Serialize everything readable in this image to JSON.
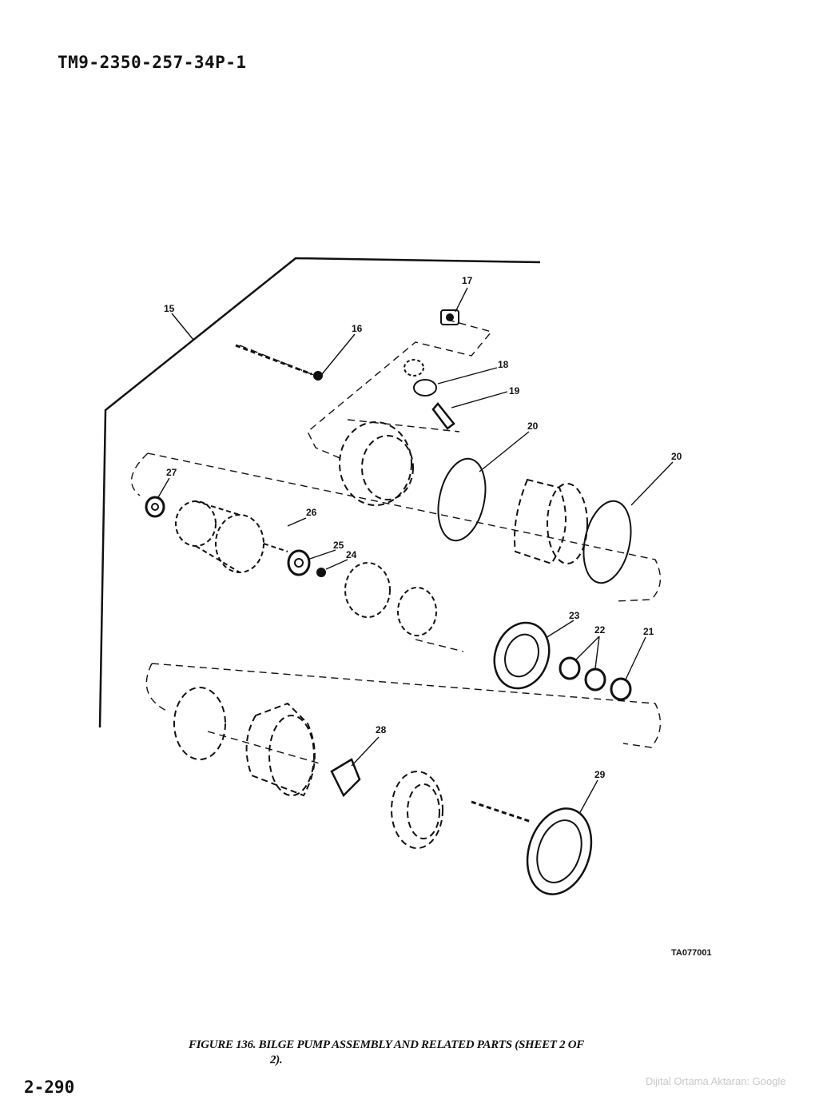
{
  "header": {
    "doc_id": "TM9-2350-257-34P-1"
  },
  "figure": {
    "caption_line1": "FIGURE 136. BILGE PUMP ASSEMBLY AND RELATED PARTS (SHEET 2 OF",
    "caption_line2": "2).",
    "art_code": "TA077001",
    "callouts": [
      "15",
      "16",
      "17",
      "18",
      "19",
      "20",
      "20",
      "27",
      "26",
      "25",
      "24",
      "23",
      "22",
      "21",
      "28",
      "29"
    ]
  },
  "footer": {
    "page_number": "2-290",
    "watermark": "Dijital Ortama Aktaran: Google"
  },
  "colors": {
    "ink": "#111111",
    "paper": "#ffffff",
    "watermark": "#c8c8c8"
  }
}
